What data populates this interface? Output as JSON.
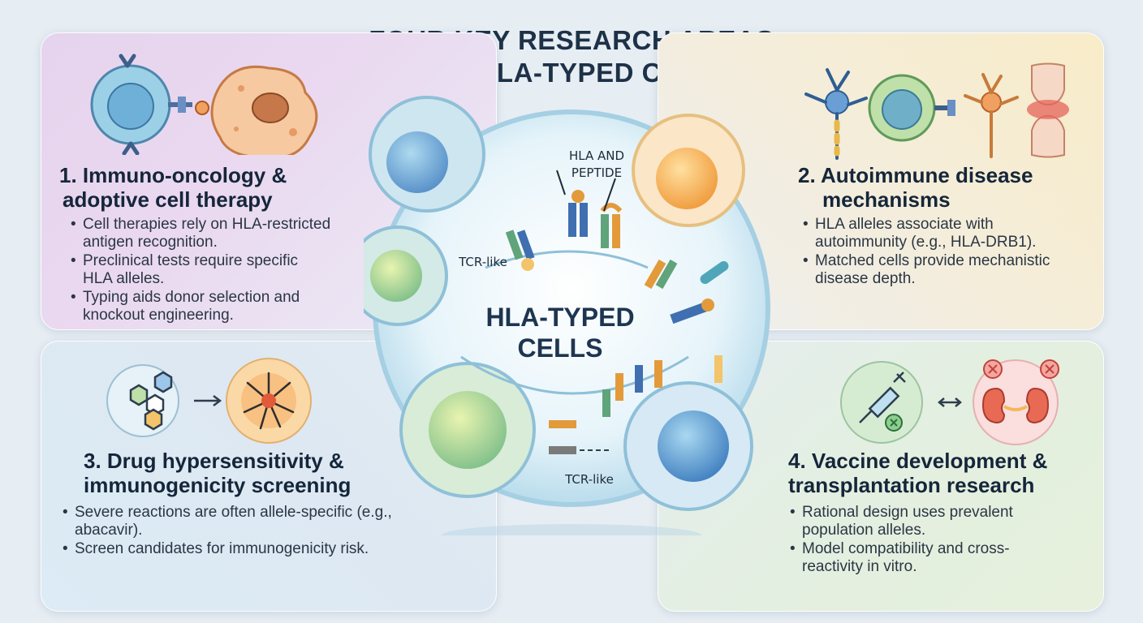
{
  "title": {
    "line1": "FOUR KEY RESEARCH AREAS",
    "line2": "FOR HLA-TYPED CELLS"
  },
  "center": {
    "label_line1": "HLA-TYPED",
    "label_line2": "CELLS",
    "hla_peptide_line1": "HLA AND",
    "hla_peptide_line2": "PEPTIDE",
    "tcr_like_top": "TCR-like",
    "tcr_like_bottom": "TCR-like"
  },
  "panels": [
    {
      "title_line1": "1. Immuno-oncology &",
      "title_line2": "adoptive cell therapy",
      "bullets": [
        "Cell therapies rely on HLA-restricted antigen recognition.",
        "Preclinical tests require specific HLA alleles.",
        "Typing aids donor selection and knockout engineering."
      ],
      "icons": [
        "t-cell-icon",
        "tumor-cell-icon"
      ],
      "accent": "#c9a6dc"
    },
    {
      "title_line1": "2. Autoimmune disease",
      "title_line2": "mechanisms",
      "bullets": [
        "HLA alleles associate with autoimmunity (e.g., HLA-DRB1).",
        "Matched cells provide mechanistic disease depth."
      ],
      "icons": [
        "neuron-icon",
        "t-cell-icon",
        "neuron-icon",
        "joint-icon"
      ],
      "accent": "#f2d58a"
    },
    {
      "title_line1": "3. Drug hypersensitivity &",
      "title_line2": "immunogenicity screening",
      "bullets": [
        "Severe reactions are often allele-specific (e.g., abacavir).",
        "Screen candidates for immunogenicity risk."
      ],
      "icons": [
        "molecule-icon",
        "arrow-right-icon",
        "reaction-icon"
      ],
      "accent": "#a9cbe6"
    },
    {
      "title_line1": "4. Vaccine development &",
      "title_line2": "transplantation research",
      "bullets": [
        "Rational design uses prevalent population alleles.",
        "Model compatibility and cross-reactivity in vitro."
      ],
      "icons": [
        "syringe-icon",
        "bidirectional-arrow-icon",
        "kidney-icon"
      ],
      "accent": "#bcdca6"
    }
  ],
  "colors": {
    "title": "#1d3147",
    "receptor_blue": "#3f6fb0",
    "receptor_orange": "#e39a3a",
    "receptor_green": "#5fa47a",
    "cell_membrane": "#b9dcec"
  }
}
